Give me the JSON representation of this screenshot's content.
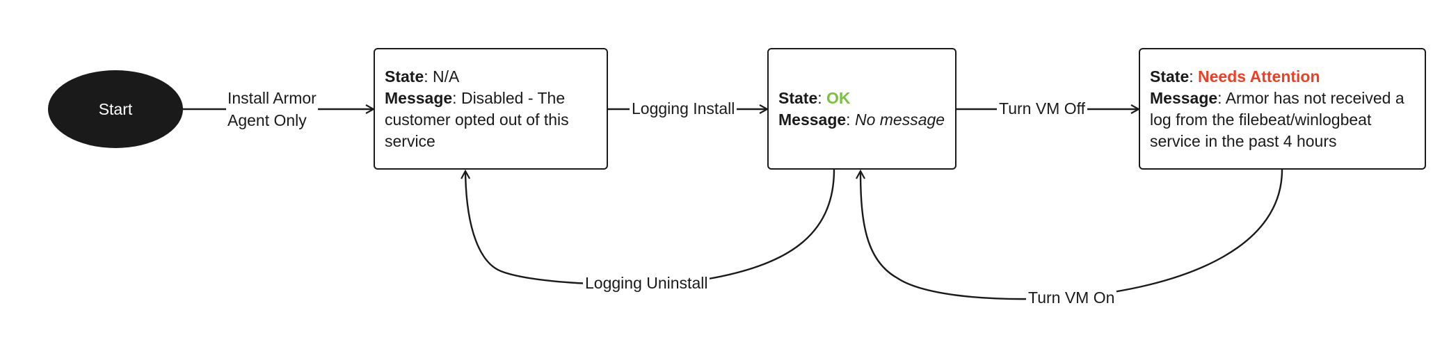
{
  "nodes": {
    "start": {
      "label": "Start"
    },
    "disabled": {
      "state_key": "State",
      "state_value": "N/A",
      "message_key": "Message",
      "message_value": "Disabled - The customer opted out of this service"
    },
    "ok": {
      "state_key": "State",
      "state_value": "OK",
      "message_key": "Message",
      "message_value": "No message"
    },
    "attention": {
      "state_key": "State",
      "state_value": "Needs Attention",
      "message_key": "Message",
      "message_value": "Armor has not received a log from the filebeat/winlogbeat service in the past 4 hours"
    }
  },
  "edges": {
    "install_agent": {
      "label_line1": "Install Armor",
      "label_line2": "Agent Only"
    },
    "logging_install": {
      "label": "Logging Install"
    },
    "turn_vm_off": {
      "label": "Turn VM Off"
    },
    "logging_uninstall": {
      "label": "Logging Uninstall"
    },
    "turn_vm_on": {
      "label": "Turn VM On"
    }
  },
  "colors": {
    "ok": "#7ac142",
    "attention": "#ef3e23",
    "start_fill": "#1a1a1a",
    "stroke": "#1a1a1a"
  }
}
